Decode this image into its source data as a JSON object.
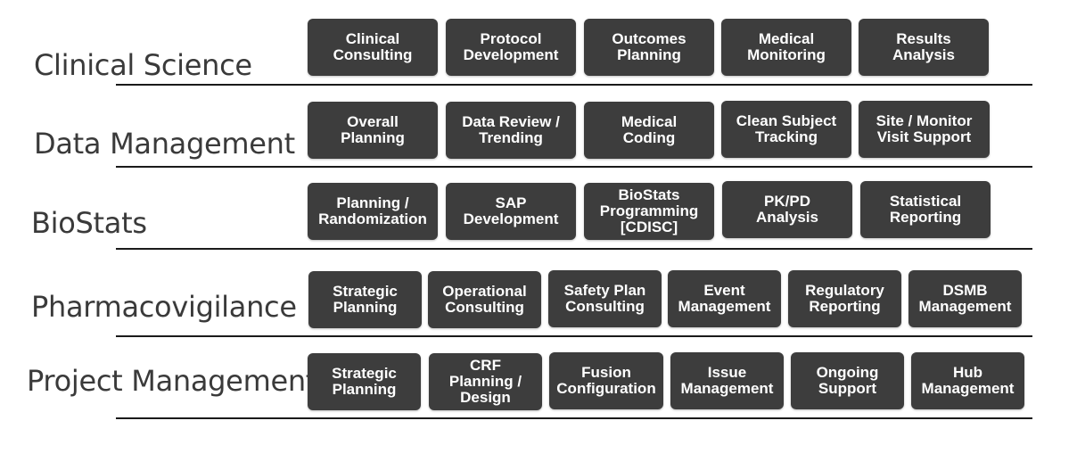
{
  "rows": [
    {
      "label": "Clinical Science",
      "boxes": [
        "Clinical\nConsulting",
        "Protocol\nDevelopment",
        "Outcomes\nPlanning",
        "Medical\nMonitoring",
        "Results\nAnalysis"
      ]
    },
    {
      "label": "Data Management",
      "boxes": [
        "Overall\nPlanning",
        "Data Review /\nTrending",
        "Medical\nCoding",
        "Clean Subject\nTracking",
        "Site / Monitor\nVisit Support"
      ]
    },
    {
      "label": "BioStats",
      "boxes": [
        "Planning /\nRandomization",
        "SAP\nDevelopment",
        "BioStats\nProgramming\n[CDISC]",
        "PK/PD\nAnalysis",
        "Statistical\nReporting"
      ]
    },
    {
      "label": "Pharmacovigilance",
      "boxes": [
        "Strategic\nPlanning",
        "Operational\nConsulting",
        "Safety Plan\nConsulting",
        "Event\nManagement",
        "Regulatory\nReporting",
        "DSMB\nManagement"
      ]
    },
    {
      "label": "Project Management",
      "boxes": [
        "Strategic\nPlanning",
        "CRF\nPlanning /\nDesign",
        "Fusion\nConfiguration",
        "Issue\nManagement",
        "Ongoing\nSupport",
        "Hub\nManagement"
      ]
    }
  ]
}
